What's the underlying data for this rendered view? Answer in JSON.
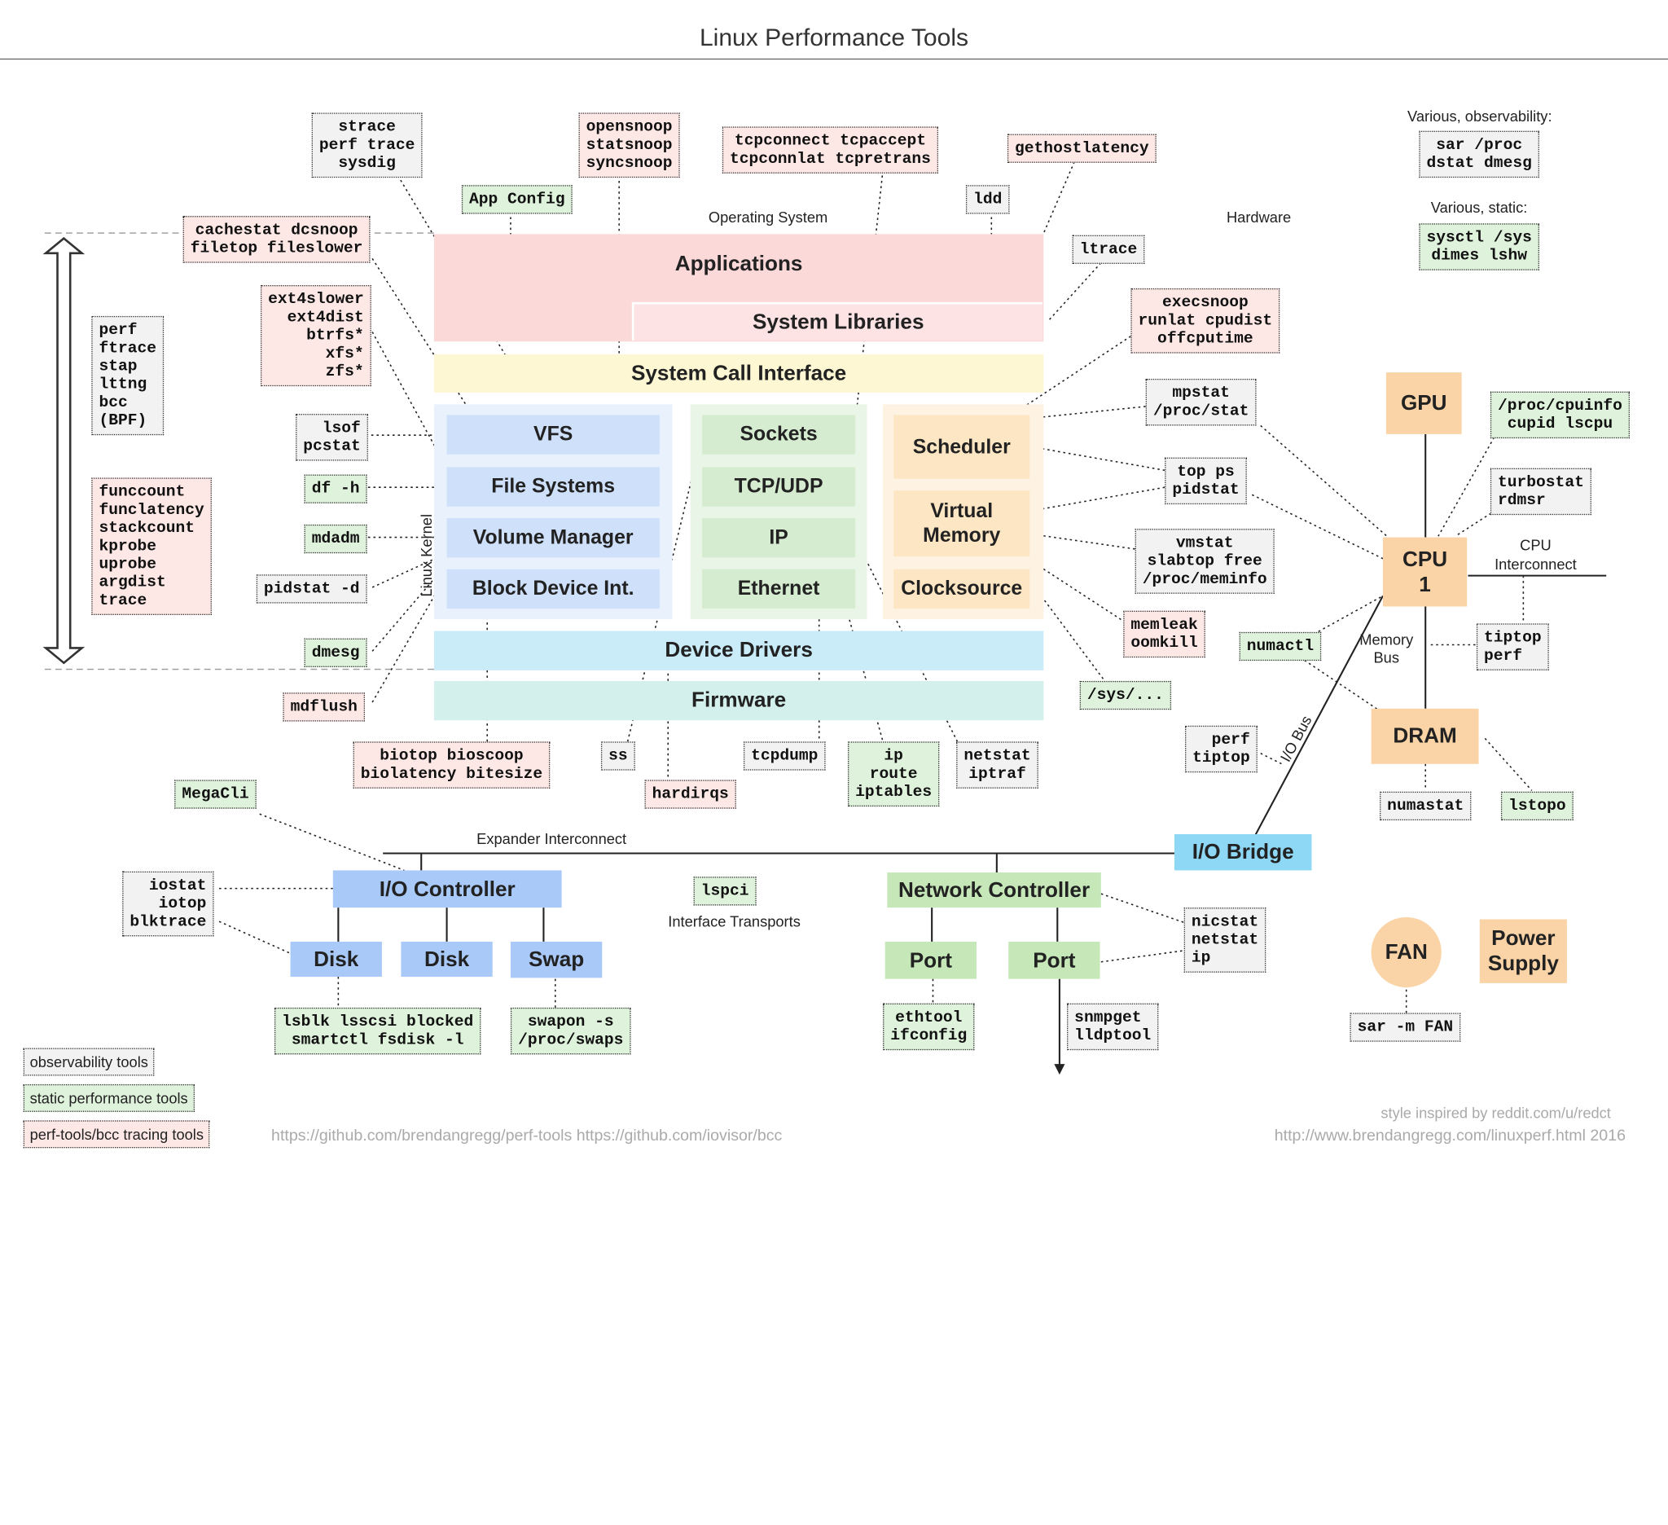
{
  "title": "Linux Performance Tools",
  "labels": {
    "operating_system": "Operating System",
    "hardware": "Hardware",
    "linux_kernel": "Linux Kernel",
    "various_observability": "Various, observability:",
    "various_static": "Various, static:",
    "cpu_interconnect": "CPU\nInterconnect",
    "memory_bus": "Memory\nBus",
    "io_bus": "I/O Bus",
    "expander_interconnect": "Expander Interconnect",
    "interface_transports": "Interface Transports"
  },
  "layers": {
    "applications": "Applications",
    "system_libraries": "System Libraries",
    "system_call_interface": "System Call Interface",
    "vfs": "VFS",
    "file_systems": "File Systems",
    "volume_manager": "Volume Manager",
    "block_device_int": "Block Device Int.",
    "sockets": "Sockets",
    "tcp_udp": "TCP/UDP",
    "ip": "IP",
    "ethernet": "Ethernet",
    "scheduler": "Scheduler",
    "virtual_memory": "Virtual\nMemory",
    "clocksource": "Clocksource",
    "device_drivers": "Device Drivers",
    "firmware": "Firmware"
  },
  "hardware": {
    "gpu": "GPU",
    "cpu": "CPU\n1",
    "dram": "DRAM",
    "io_bridge": "I/O Bridge",
    "io_controller": "I/O Controller",
    "disk_1": "Disk",
    "disk_2": "Disk",
    "swap": "Swap",
    "network_controller": "Network Controller",
    "port_1": "Port",
    "port_2": "Port",
    "fan": "FAN",
    "power_supply": "Power\nSupply"
  },
  "tools": {
    "strace": "strace\nperf trace\nsysdig",
    "opensnoop": "opensnoop\nstatsnoop\nsyncsnoop",
    "tcpconnect": "tcpconnect tcpaccept\ntcpconnlat tcpretrans",
    "gethostlatency": "gethostlatency",
    "app_config": "App Config",
    "ldd": "ldd",
    "ltrace": "ltrace",
    "cachestat": "cachestat dcsnoop\nfiletop fileslower",
    "ext4slower": "ext4slower\next4dist\nbtrfs*\nxfs*\nzfs*",
    "perf_ftrace": "perf\nftrace\nstap\nlttng\nbcc\n(BPF)",
    "funccount": "funccount\nfunclatency\nstackcount\nkprobe\nuprobe\nargdist\ntrace",
    "lsof": "lsof\npcstat",
    "df": "df -h",
    "mdadm": "mdadm",
    "pidstat_d": "pidstat -d",
    "dmesg": "dmesg",
    "mdflush": "mdflush",
    "execsnoop": "execsnoop\nrunlat cpudist\noffcputime",
    "mpstat": "mpstat\n/proc/stat",
    "top_ps": "top ps\npidstat",
    "vmstat": "vmstat\nslabtop free\n/proc/meminfo",
    "memleak": "memleak\noomkill",
    "sys": "/sys/...",
    "sar_proc": "sar /proc\ndstat dmesg",
    "sysctl": "sysctl /sys\ndimes lshw",
    "cpuinfo": "/proc/cpuinfo\ncupid lscpu",
    "turbostat": "turbostat\nrdmsr",
    "tiptop_perf": "tiptop\nperf",
    "numactl": "numactl",
    "perf_tiptop": "perf\ntiptop",
    "numastat": "numastat",
    "lstopo": "lstopo",
    "biotop": "biotop bioscoop\nbiolatency bitesize",
    "ss": "ss",
    "hardirqs": "hardirqs",
    "tcpdump": "tcpdump",
    "ip_route": "ip\nroute\niptables",
    "netstat": "netstat\niptraf",
    "megacli": "MegaCli",
    "iostat": "iostat\niotop\nblktrace",
    "lspci": "lspci",
    "lsblk": "lsblk lsscsi blocked\nsmartctl fsdisk -l",
    "swapon": "swapon -s\n/proc/swaps",
    "ethtool": "ethtool\nifconfig",
    "snmpget": "snmpget\nlldptool",
    "nicstat": "nicstat\nnetstat\nip",
    "sar_fan": "sar -m FAN"
  },
  "legend": {
    "observability": "observability tools",
    "static": "static performance tools",
    "tracing": "perf-tools/bcc tracing tools"
  },
  "footer": {
    "urls_left": "https://github.com/brendangregg/perf-tools https://github.com/iovisor/bcc",
    "credit": "style inspired by reddit.com/u/redct",
    "url_right": "http://www.brendangregg.com/linuxperf.html 2016"
  },
  "colors": {
    "applications": "#fcd9d9",
    "system_call": "#fdf7d3",
    "kernel_blue": "#cfe0fb",
    "kernel_green": "#d5ecd0",
    "kernel_orange": "#fde6c4",
    "device_drivers": "#caecf9",
    "firmware": "#d3f0ec",
    "hw_orange": "#fad4a6",
    "hw_blue": "#a9c9f8",
    "hw_green": "#c6e8b8",
    "hw_cyan": "#8fd8f5"
  }
}
